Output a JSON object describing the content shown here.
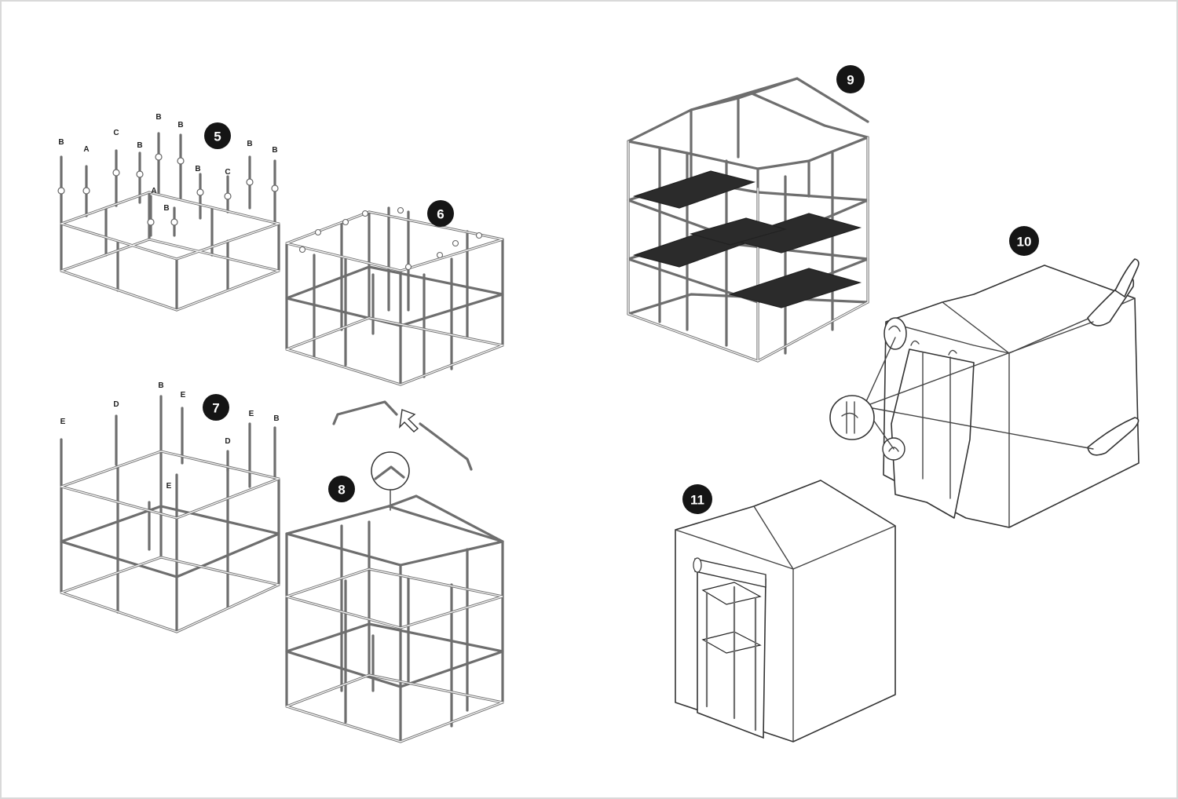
{
  "steps": [
    {
      "number": "5"
    },
    {
      "number": "6"
    },
    {
      "number": "7"
    },
    {
      "number": "8"
    },
    {
      "number": "9"
    },
    {
      "number": "10"
    },
    {
      "number": "11"
    }
  ],
  "step5_labels": [
    "B",
    "A",
    "C",
    "B",
    "B",
    "B",
    "B",
    "C",
    "B",
    "B",
    "A",
    "B"
  ],
  "step7_labels": [
    "E",
    "D",
    "B",
    "E",
    "E",
    "D",
    "B",
    "E"
  ]
}
